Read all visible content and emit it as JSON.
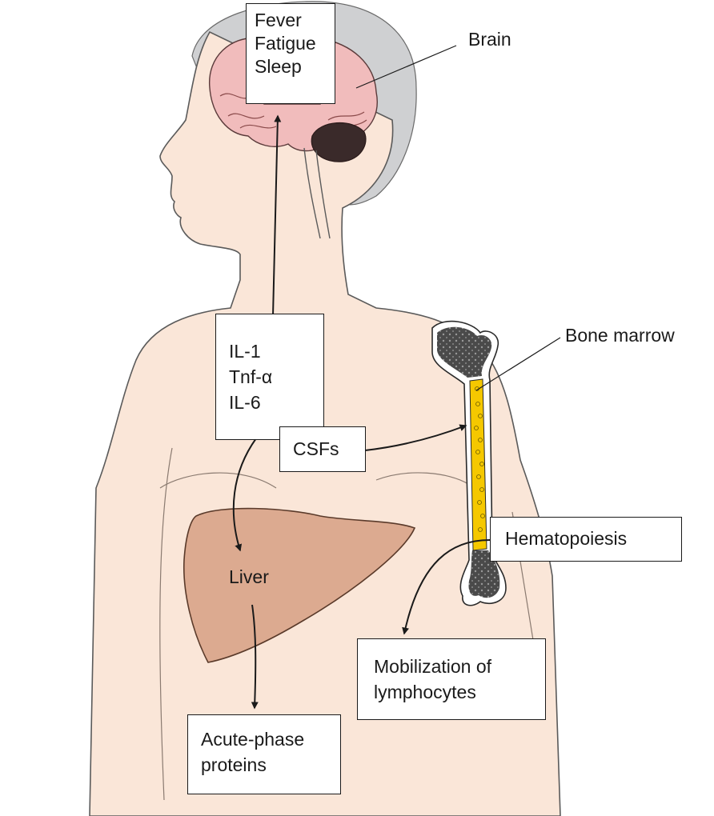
{
  "colors": {
    "skin": "#fae6d8",
    "outline": "#5a5a5a",
    "head_shadow": "#cfd0d2",
    "brain": "#f1bcbc",
    "liver": "#dcaa90",
    "bone_marrow": "#f5c800",
    "bone_end": "#4a4a4a",
    "arrow": "#1a1a1a"
  },
  "labels": {
    "brain": "Brain",
    "bone_marrow": "Bone marrow",
    "liver": "Liver"
  },
  "boxes": {
    "brain_effects": [
      "Fever",
      "Fatigue",
      "Sleep"
    ],
    "cytokines": [
      "IL-1",
      "Tnf-α",
      "IL-6"
    ],
    "csfs": "CSFs",
    "hematopoiesis": "Hematopoiesis",
    "mobilization": [
      "Mobilization of",
      "lymphocytes"
    ],
    "acute_phase": [
      "Acute-phase",
      "proteins"
    ]
  }
}
